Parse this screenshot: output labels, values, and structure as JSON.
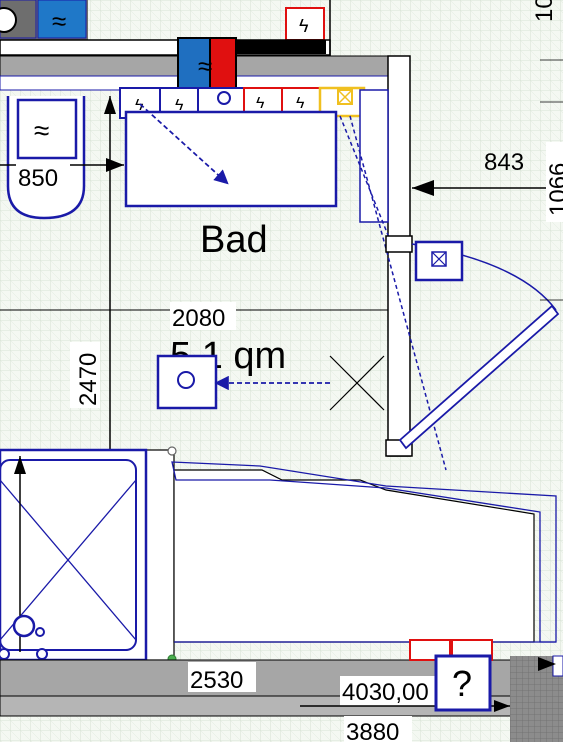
{
  "room": {
    "name": "Bad",
    "area": "5,1 qm"
  },
  "dimensions": {
    "d850": "850",
    "d843": "843",
    "d1066": "1066",
    "d2080": "2080",
    "d2470": "2470",
    "d2530": "2530",
    "d4030": "4030,00",
    "d3880": "3880",
    "top_right": "10"
  },
  "symbols": {
    "help": "?"
  },
  "colors": {
    "plan_blue": "#1a1aa8",
    "wall_gray": "#a6a6a6",
    "electric_red": "#e01010",
    "yellow": "#f0c020",
    "water_blue": "#1f6fc0",
    "grid": "#cfe0cf"
  }
}
